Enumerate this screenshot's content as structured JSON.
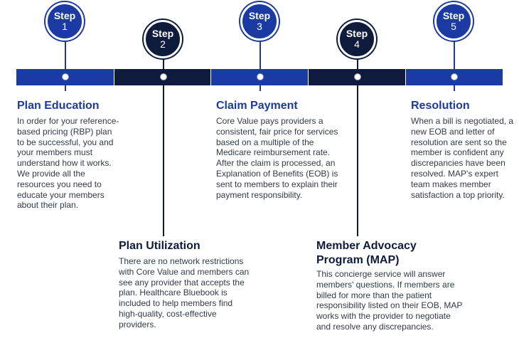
{
  "colors": {
    "blue": "#1b3aa3",
    "navy": "#0f1b3d",
    "text": "#333a4a"
  },
  "steps": [
    {
      "word": "Step",
      "number": "1",
      "color": "blue",
      "title": "Plan Education",
      "description": "In order for your reference-based pricing (RBP) plan to be successful, you and your members must understand how it works. We provide all the resources you need to educate your members about their plan."
    },
    {
      "word": "Step",
      "number": "2",
      "color": "navy",
      "title": "Plan Utilization",
      "description": "There are no network restrictions with Core Value and members can see any provider that accepts the plan. Healthcare Bluebook is included to help members find high-quality, cost-effective providers."
    },
    {
      "word": "Step",
      "number": "3",
      "color": "blue",
      "title": "Claim Payment",
      "description": "Core Value pays providers a consistent, fair price for services based on a multiple of the Medicare reimbursement rate. After the claim is processed, an Explanation of Benefits (EOB) is sent to members to explain their payment responsibility."
    },
    {
      "word": "Step",
      "number": "4",
      "color": "navy",
      "title": "Member Advocacy Program (MAP)",
      "description": "This concierge service will answer members' questions. If members are billed for more than the patient responsibility listed on their EOB, MAP works with the provider to negotiate and resolve any discrepancies."
    },
    {
      "word": "Step",
      "number": "5",
      "color": "blue",
      "title": "Resolution",
      "description": "When a bill is negotiated, a new EOB and letter of resolution are sent so the member is confident any discrepancies have been resolved. MAP's expert team makes member satisfaction a top priority."
    }
  ]
}
